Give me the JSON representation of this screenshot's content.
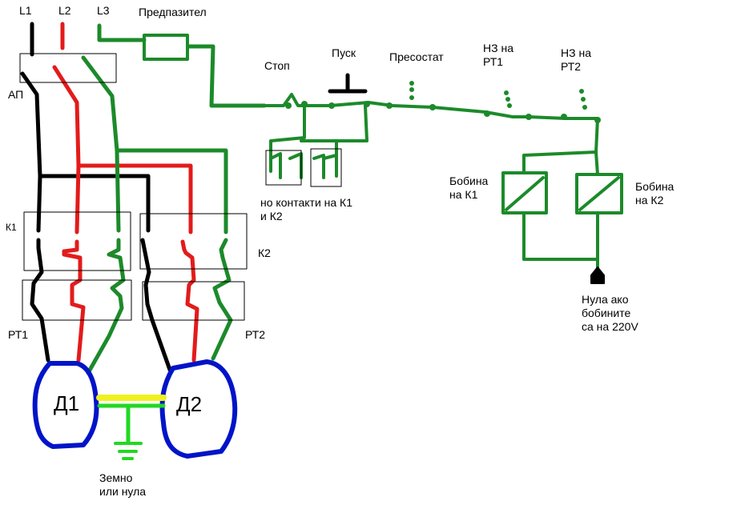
{
  "phases": {
    "l1": "L1",
    "l2": "L2",
    "l3": "L3"
  },
  "fuse": "Предпазител",
  "breaker": "АП",
  "stop": "Стоп",
  "start": "Пуск",
  "pressostat": "Пресостат",
  "nc_rt1": [
    "НЗ на",
    "РТ1"
  ],
  "nc_rt2": [
    "НЗ на",
    "РТ2"
  ],
  "no_contacts": [
    "но контакти на К1",
    "и К2"
  ],
  "contactor1": "К1",
  "contactor2": "К2",
  "relay1": "РТ1",
  "relay2": "РТ2",
  "coil1": [
    "Бобина",
    "на К1"
  ],
  "coil2": [
    "Бобина",
    "на К2"
  ],
  "neutral": [
    "Нула ако",
    "бобините",
    "са на 220V"
  ],
  "motor1": "Д1",
  "motor2": "Д2",
  "ground": [
    "Земно",
    "или нула"
  ],
  "colors": {
    "phase1": "#000000",
    "phase2": "#e31b1b",
    "phase3": "#1c8a2a",
    "motor": "#0014c8",
    "earth_yellow": "#f0f020",
    "earth_green": "#22d822"
  }
}
